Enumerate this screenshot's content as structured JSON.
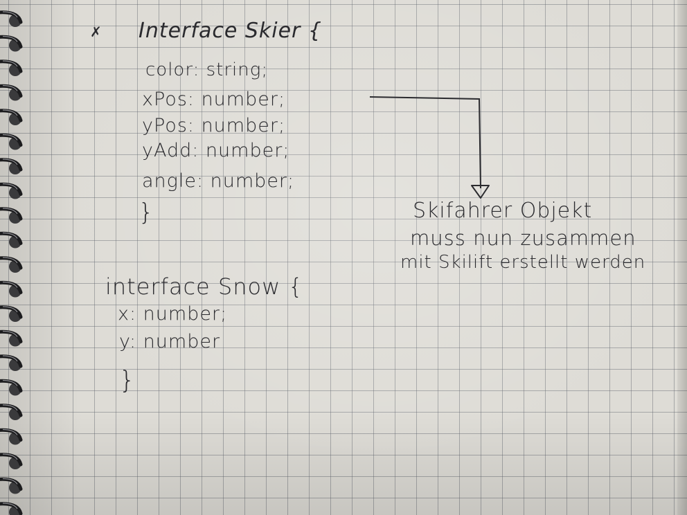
{
  "skier_block": {
    "heading": "Interface Skier {",
    "lines": [
      "color: string;",
      "xPos: number;",
      "yPos: number;",
      "yAdd: number;",
      "angle: number;"
    ],
    "closing": "}"
  },
  "snow_block": {
    "heading": "interface Snow {",
    "lines": [
      "x: number;",
      "y: number"
    ],
    "closing": "}"
  },
  "note": {
    "lines": [
      "Skifahrer Objekt",
      "muss nun zusammen",
      "mit Skilift erstellt werden"
    ]
  },
  "colors": {
    "ink": "#2a2a2e",
    "paper": "#dedcd6",
    "grid": "#5f646e"
  }
}
